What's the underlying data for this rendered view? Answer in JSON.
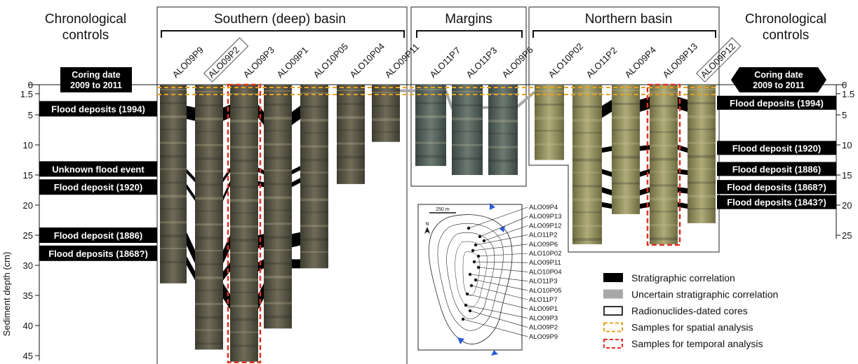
{
  "panel_titles": {
    "chrono_left": [
      "Chronological",
      "controls"
    ],
    "chrono_right": [
      "Chronological",
      "controls"
    ],
    "southern": "Southern (deep) basin",
    "margins": "Margins",
    "northern": "Northern basin"
  },
  "axis": {
    "label": "Sediment depth (cm)",
    "left_ticks": [
      "0",
      "1.5",
      "5",
      "10",
      "15",
      "20",
      "25",
      "30",
      "35",
      "40",
      "45"
    ],
    "right_ticks": [
      "0",
      "1.5",
      "5",
      "10",
      "15",
      "20",
      "25"
    ]
  },
  "coring_date": {
    "left": [
      "Coring date",
      "2009 to 2011"
    ],
    "right": [
      "Coring date",
      "2009 to 2011"
    ]
  },
  "cores": [
    {
      "id": "ALO09P9",
      "group": "southern",
      "depth_cm": 33,
      "boxed": false,
      "temporal": false
    },
    {
      "id": "ALO09P2",
      "group": "southern",
      "depth_cm": 44,
      "boxed": true,
      "temporal": false
    },
    {
      "id": "ALO09P3",
      "group": "southern",
      "depth_cm": 46,
      "boxed": false,
      "temporal": true
    },
    {
      "id": "ALO09P1",
      "group": "southern",
      "depth_cm": 40.5,
      "boxed": false,
      "temporal": false
    },
    {
      "id": "ALO10P05",
      "group": "southern",
      "depth_cm": 30.5,
      "boxed": false,
      "temporal": false
    },
    {
      "id": "ALO10P04",
      "group": "southern",
      "depth_cm": 16.5,
      "boxed": false,
      "temporal": false
    },
    {
      "id": "ALO09P11",
      "group": "southern",
      "depth_cm": 9.5,
      "boxed": false,
      "temporal": false
    },
    {
      "id": "ALO11P7",
      "group": "margins",
      "depth_cm": 13.5,
      "boxed": false,
      "temporal": false
    },
    {
      "id": "ALO11P3",
      "group": "margins",
      "depth_cm": 15,
      "boxed": false,
      "temporal": false
    },
    {
      "id": "ALO09P6",
      "group": "margins",
      "depth_cm": 15,
      "boxed": false,
      "temporal": false
    },
    {
      "id": "ALO10P02",
      "group": "northern",
      "depth_cm": 12.5,
      "boxed": false,
      "temporal": false
    },
    {
      "id": "ALO11P2",
      "group": "northern",
      "depth_cm": 26.5,
      "boxed": false,
      "temporal": false
    },
    {
      "id": "ALO09P4",
      "group": "northern",
      "depth_cm": 21.5,
      "boxed": false,
      "temporal": false
    },
    {
      "id": "ALO09P13",
      "group": "northern",
      "depth_cm": 26.5,
      "boxed": false,
      "temporal": true
    },
    {
      "id": "ALO09P12",
      "group": "northern",
      "depth_cm": 23,
      "boxed": true,
      "temporal": false
    }
  ],
  "flood_labels_left": [
    {
      "text": "Flood deposits (1994)",
      "depth_cm": 4
    },
    {
      "text": "Unknown flood event",
      "depth_cm": 14
    },
    {
      "text": "Flood deposit (1920)",
      "depth_cm": 17
    },
    {
      "text": "Flood deposit (1886)",
      "depth_cm": 25
    },
    {
      "text": "Flood deposits (1868?)",
      "depth_cm": 28
    }
  ],
  "flood_labels_right": [
    {
      "text": "Flood deposits (1994)",
      "depth_cm": 3
    },
    {
      "text": "Flood deposit (1920)",
      "depth_cm": 10.5
    },
    {
      "text": "Flood deposit (1886)",
      "depth_cm": 14
    },
    {
      "text": "Flood deposits (1868?)",
      "depth_cm": 17
    },
    {
      "text": "Flood deposits (1843?)",
      "depth_cm": 19.5
    }
  ],
  "correlations": {
    "southern": [
      {
        "depths_cm": [
          3.5,
          3.8,
          3.3,
          4.5,
          3.5
        ],
        "thick_cm": 2.2
      },
      {
        "depths_cm": [
          14,
          15.5,
          13.8,
          14.2,
          13.5
        ],
        "thick_cm": 0.7
      },
      {
        "depths_cm": [
          16.5,
          18.5,
          16.0,
          16.2,
          15.5
        ],
        "thick_cm": 0.8
      },
      {
        "depths_cm": [
          24.5,
          27.5,
          25.0,
          24.8,
          24.5
        ],
        "thick_cm": 2.2
      },
      {
        "depths_cm": [
          28.5,
          31.0,
          29.5,
          29.0,
          29.0
        ],
        "thick_cm": 1.5
      },
      {
        "depths_cm": [
          0,
          33.0,
          34.8,
          33.0,
          0
        ],
        "thick_cm": 2.5
      }
    ],
    "northern": [
      {
        "depths_cm": [
          3.5,
          2.5,
          2.0,
          2.5
        ],
        "thick_cm": 2.0
      },
      {
        "depths_cm": [
          10.5,
          10.2,
          10.0,
          10.5
        ],
        "thick_cm": 0.8
      },
      {
        "depths_cm": [
          14.0,
          14.5,
          14.0,
          14.2
        ],
        "thick_cm": 0.8
      },
      {
        "depths_cm": [
          17.0,
          17.5,
          17.0,
          17.2
        ],
        "thick_cm": 0.9
      },
      {
        "depths_cm": [
          19.5,
          19.8,
          19.5,
          19.8
        ],
        "thick_cm": 0.8
      }
    ]
  },
  "map": {
    "scale": "250 m",
    "north": "N",
    "labels": [
      "ALO09P4",
      "ALO09P13",
      "ALO09P12",
      "ALO11P2",
      "ALO09P6",
      "ALO10P02",
      "ALO09P11",
      "ALO10P04",
      "ALO11P3",
      "ALO10P05",
      "ALO11P7",
      "ALO09P1",
      "ALO09P3",
      "ALO09P2",
      "ALO09P9"
    ]
  },
  "legend": [
    {
      "type": "solid-black",
      "label": "Stratigraphic correlation",
      "color": "#000000"
    },
    {
      "type": "solid-gray",
      "label": "Uncertain stratigraphic correlation",
      "color": "#a8a8a8"
    },
    {
      "type": "outline",
      "label": "Radionuclides-dated cores",
      "color": "#000000"
    },
    {
      "type": "dashed-orange",
      "label": "Samples for spatial analysis",
      "color": "#e8a020"
    },
    {
      "type": "dashed-red",
      "label": "Samples for temporal analysis",
      "color": "#e03020"
    }
  ],
  "colors": {
    "core_dark": "#4a4a3c",
    "core_mid": "#7a7660",
    "core_light": "#a8a47e",
    "spatial_dash": "#e8a020",
    "temporal_dash": "#e03020",
    "correlation": "#000000",
    "uncertain": "#a8a8a8"
  }
}
